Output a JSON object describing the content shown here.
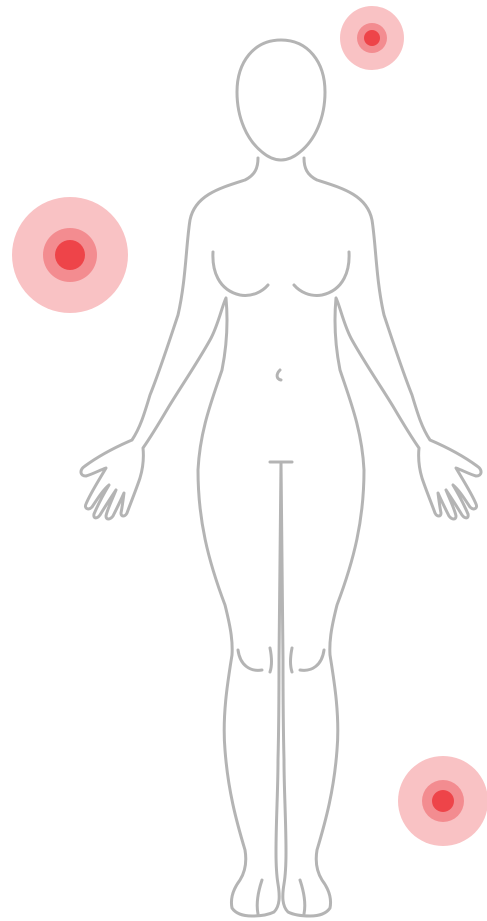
{
  "figure": {
    "view": "front",
    "outline_color": "#b4b4b4",
    "background_color": "#ffffff"
  },
  "markers": {
    "outer_color": "#f9c2c4",
    "mid_color": "#f38c90",
    "core_color": "#ee4449",
    "items": [
      {
        "name": "pain-marker-top-right"
      },
      {
        "name": "pain-marker-left"
      },
      {
        "name": "pain-marker-bottom-right"
      }
    ]
  }
}
